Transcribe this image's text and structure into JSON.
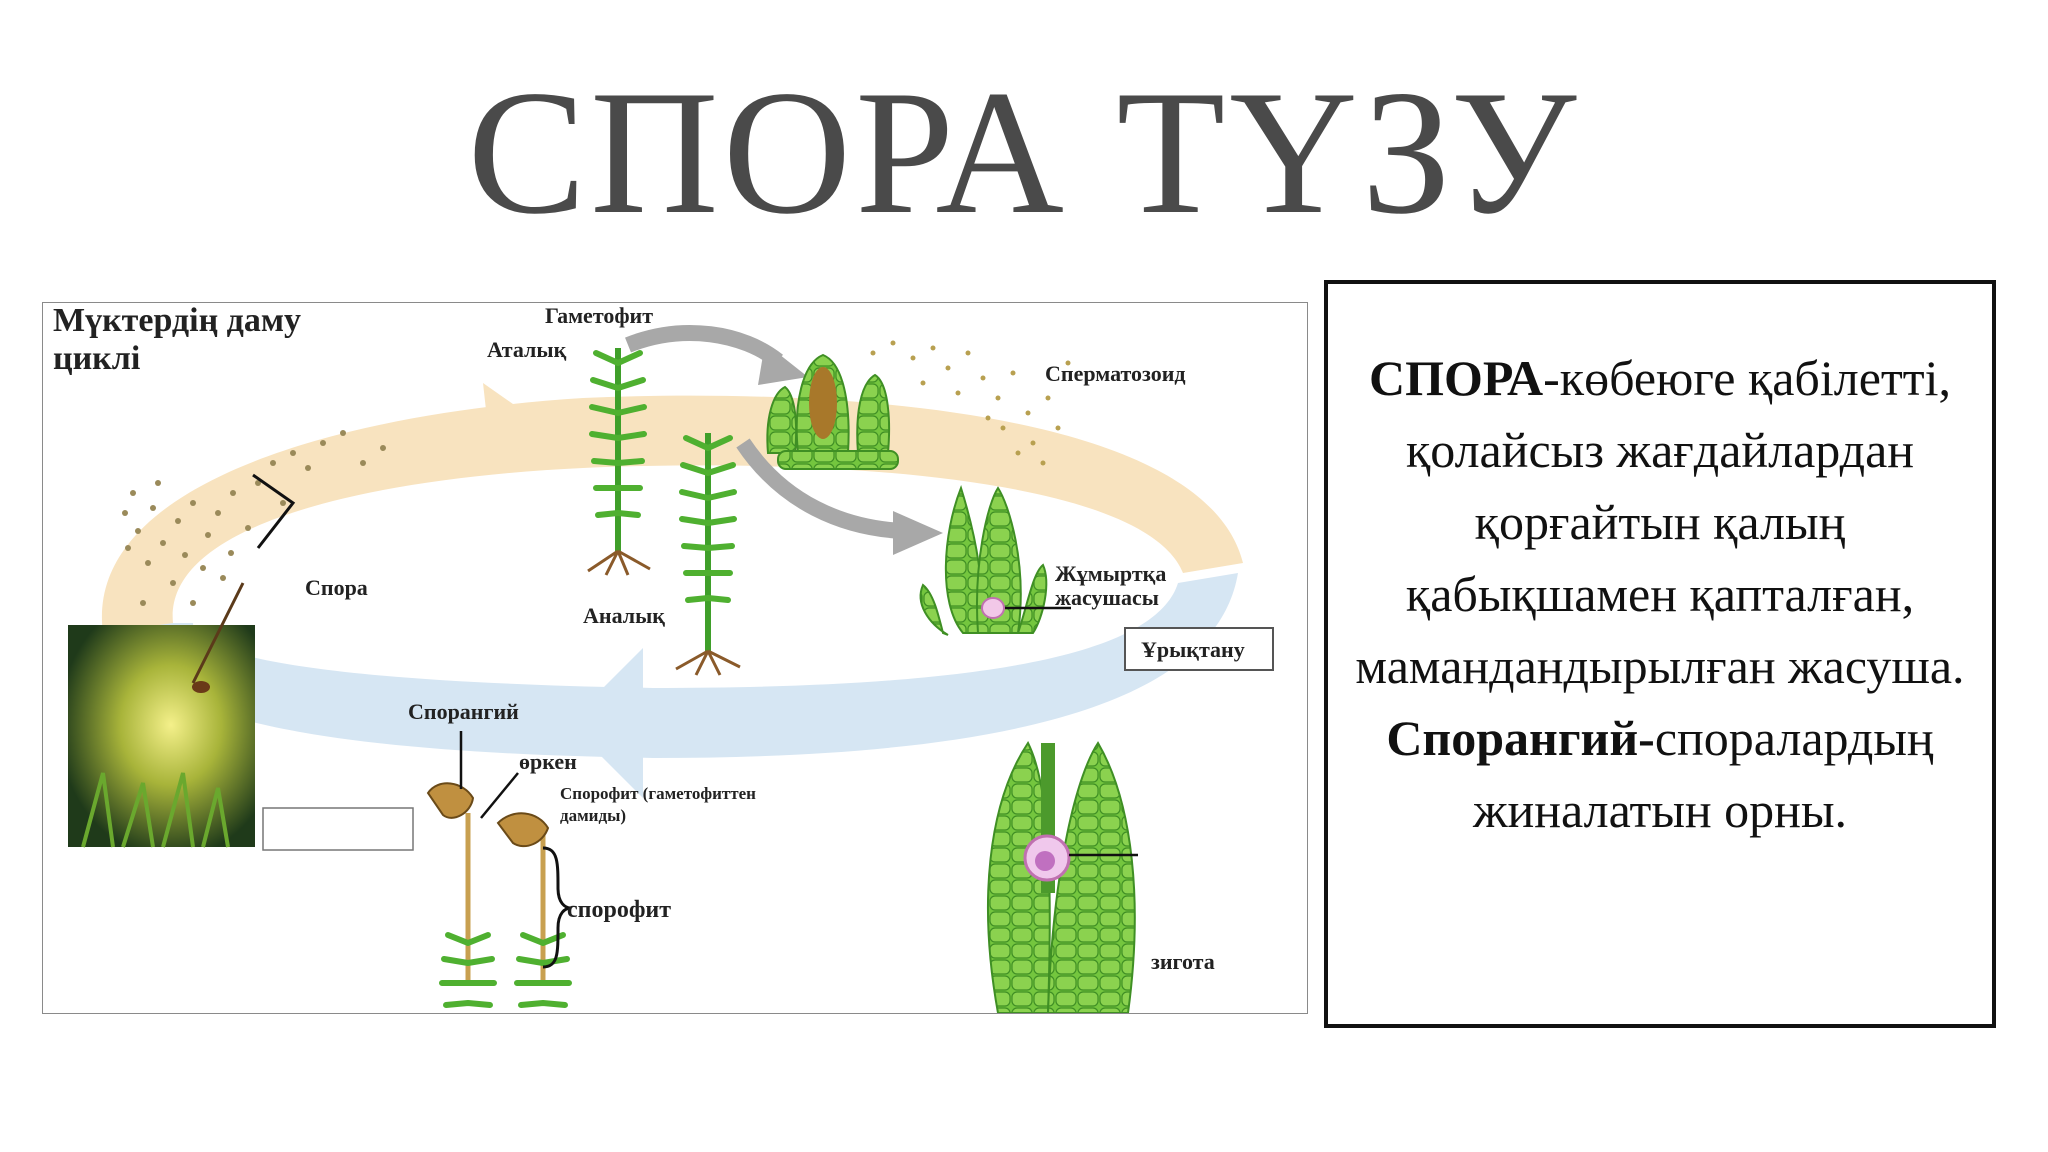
{
  "slide": {
    "title": "СПОРА ТҮЗУ"
  },
  "diagram": {
    "heading_line1": "Мүктердің даму",
    "heading_line2": "циклі",
    "labels": {
      "gametophyte": "Гаметофит",
      "male": "Аталық",
      "sperm": "Сперматозоид",
      "spore": "Спора",
      "female": "Аналық",
      "egg_line1": "Жұмыртқа",
      "egg_line2": "жасушасы",
      "fertilization": "Ұрықтану",
      "sporangium": "Спорангий",
      "stalk": "өркен",
      "sporophyte_note_line1": "Спорофит (гаметофиттен",
      "sporophyte_note_line2": "дамиды)",
      "sporophyte": "спорофит",
      "zygote": "зигота"
    }
  },
  "info": {
    "term1": "СПОРА",
    "def1": "-көбеюге қабілетті, қолайсыз жағдайлардан қорғайтын қалың қабықшамен қапталған, мамандандырылған жасуша. ",
    "term2": "Спорангий-",
    "def2": "споралардың жиналатын орны."
  },
  "colors": {
    "title_text": "#4a4a4a",
    "upper_arc": "#f8e3bf",
    "lower_arc": "#d6e6f3",
    "plant_green": "#3f9f2a",
    "cell_green": "#6cc23a",
    "arrow_gray": "#a8a8a8"
  }
}
